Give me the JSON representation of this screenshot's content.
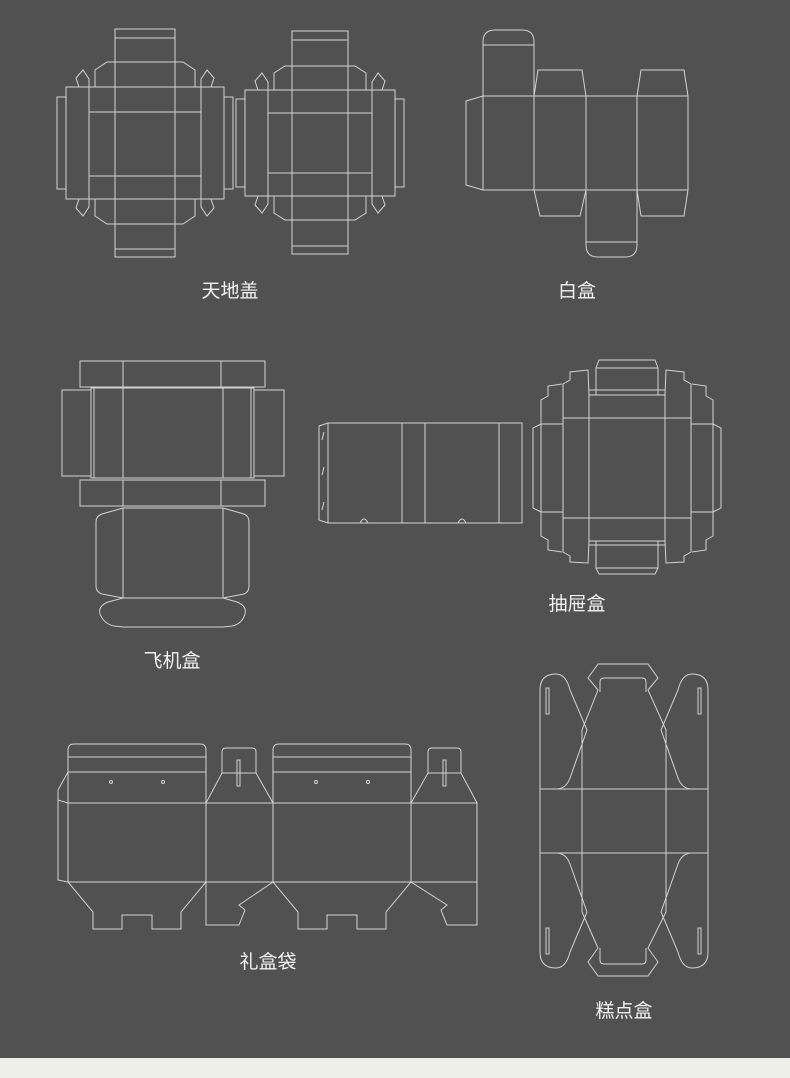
{
  "diagrams": [
    {
      "id": "tiandigai",
      "label": "天地盖"
    },
    {
      "id": "baihe",
      "label": "白盒"
    },
    {
      "id": "feijihe",
      "label": "飞机盒"
    },
    {
      "id": "choutihe",
      "label": "抽屉盒"
    },
    {
      "id": "lihedai",
      "label": "礼盒袋"
    },
    {
      "id": "gaodianhe",
      "label": "糕点盒"
    }
  ],
  "colors": {
    "background": "#515151",
    "line": "#d2d2d2",
    "label": "#f2f2f2",
    "footer": "#eeeee9"
  }
}
